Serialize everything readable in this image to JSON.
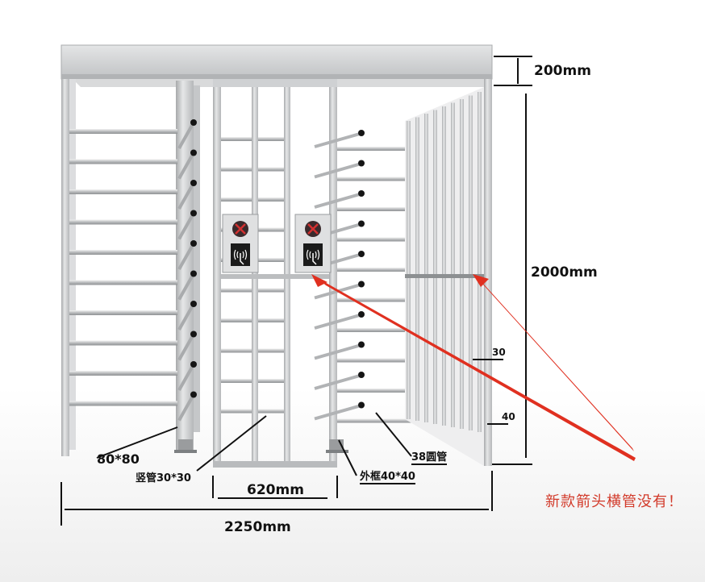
{
  "dimensions": {
    "roof_height": "200mm",
    "body_height": "2000mm",
    "total_width": "2250mm",
    "passage_width": "620mm",
    "post_size": "80*80",
    "vertical_tube": "竖管30*30",
    "outer_frame": "外框40*40",
    "round_tube": "38圆管",
    "spacing_30": "30",
    "spacing_40": "40"
  },
  "annotation": {
    "note": "新款箭头横管没有！",
    "arrow_color": "#e03020"
  },
  "panel_icons": [
    "x-signal-icon",
    "card-reader-icon"
  ],
  "colors": {
    "steel": "#c9cbcd",
    "steel_dark": "#9ea1a4",
    "stop_light": "#d23030"
  }
}
